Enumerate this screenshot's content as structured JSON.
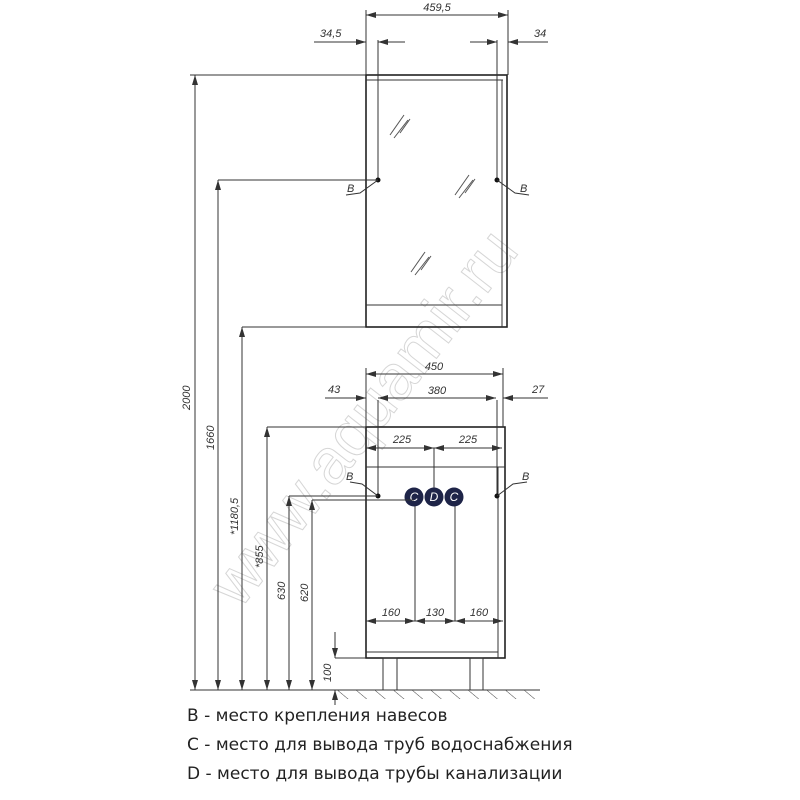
{
  "watermark": "www.aquamir.ru",
  "mirror": {
    "width": "459,5",
    "left_offset": "34,5",
    "right_offset": "34",
    "mount_label_left": "B",
    "mount_label_right": "B"
  },
  "cabinet": {
    "width": "450",
    "inner_width": "380",
    "left_offset": "43",
    "right_offset": "27",
    "half_left": "225",
    "half_right": "225",
    "bottom_left": "160",
    "bottom_mid": "130",
    "bottom_right": "160",
    "leg_height": "100",
    "mount_label_left": "B",
    "mount_label_right": "B",
    "pipe_labels": [
      "C",
      "D",
      "C"
    ]
  },
  "heights": {
    "total": "2000",
    "mirror_mount": "1660",
    "mirror_bottom": "*1180,5",
    "cabinet_top": "*855",
    "mount": "630",
    "pipes": "620"
  },
  "legend": [
    {
      "key": "B",
      "text": " - место крепления навесов"
    },
    {
      "key": "C",
      "text": " - место для вывода труб водоснабжения"
    },
    {
      "key": "D",
      "text": " - место для вывода трубы канализации"
    }
  ]
}
